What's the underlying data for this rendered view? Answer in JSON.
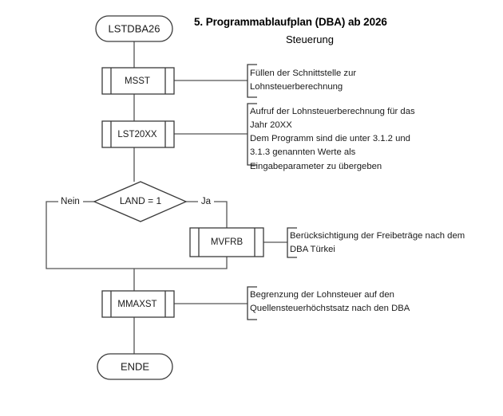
{
  "title": {
    "main": "5. Programmablaufplan (DBA) ab 2026",
    "sub": "Steuerung"
  },
  "nodes": {
    "start": {
      "label": "LSTDBA26",
      "type": "terminator"
    },
    "msst": {
      "label": "MSST",
      "type": "predefined-process"
    },
    "lst20xx": {
      "label": "LST20XX",
      "type": "predefined-process"
    },
    "decision": {
      "label": "LAND = 1",
      "type": "decision"
    },
    "mvfrb": {
      "label": "MVFRB",
      "type": "predefined-process"
    },
    "mmaxst": {
      "label": "MMAXST",
      "type": "predefined-process"
    },
    "end": {
      "label": "ENDE",
      "type": "terminator"
    }
  },
  "branches": {
    "no": "Nein",
    "yes": "Ja"
  },
  "notes": {
    "msst": "Füllen der Schnittstelle zur\nLohnsteuerberechnung",
    "lst20xx": "Aufruf der Lohnsteuerberechnung für das\nJahr 20XX\nDem Programm sind die unter 3.1.2 und\n3.1.3 genannten Werte als\nEingabeparameter zu übergeben",
    "mvfrb": "Berücksichtigung der Freibeträge nach dem\nDBA Türkei",
    "mmaxst": "Begrenzung der Lohnsteuer auf den\nQuellensteuerhöchstsatz nach den DBA"
  },
  "colors": {
    "stroke": "#3a3a3a",
    "connector": "#555555",
    "text": "#1a1a1a",
    "background": "#ffffff"
  }
}
